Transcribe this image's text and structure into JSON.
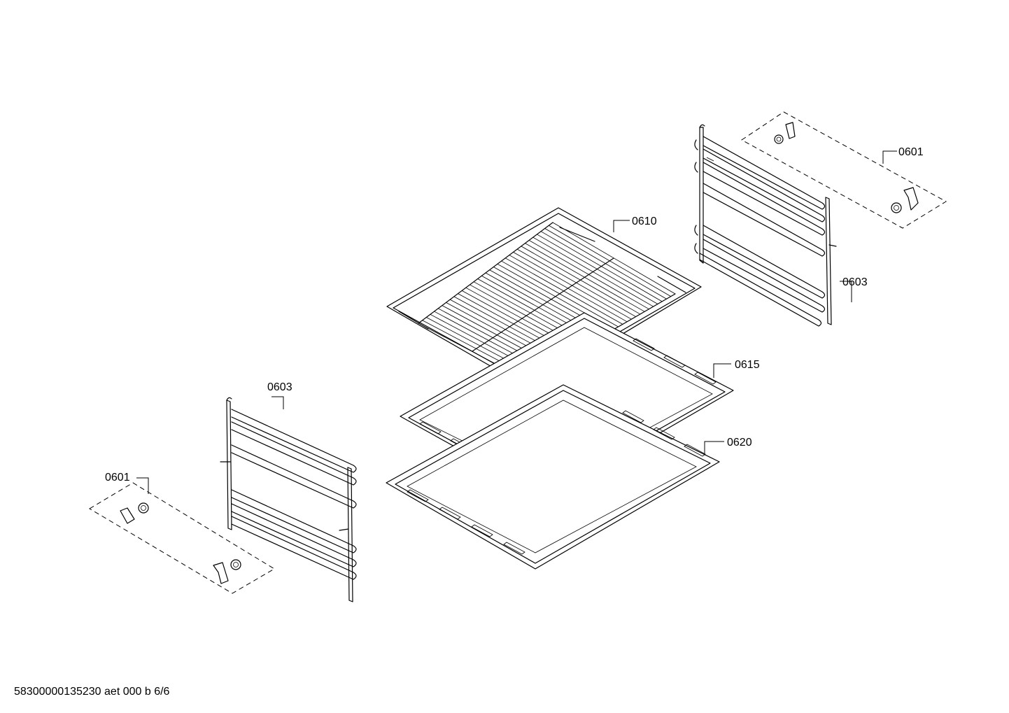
{
  "callouts": {
    "c0601_right": "0601",
    "c0610": "0610",
    "c0603_right": "0603",
    "c0615": "0615",
    "c0620": "0620",
    "c0603_left": "0603",
    "c0601_left": "0601"
  },
  "footer": "58300000135230 aet 000 b 6/6"
}
